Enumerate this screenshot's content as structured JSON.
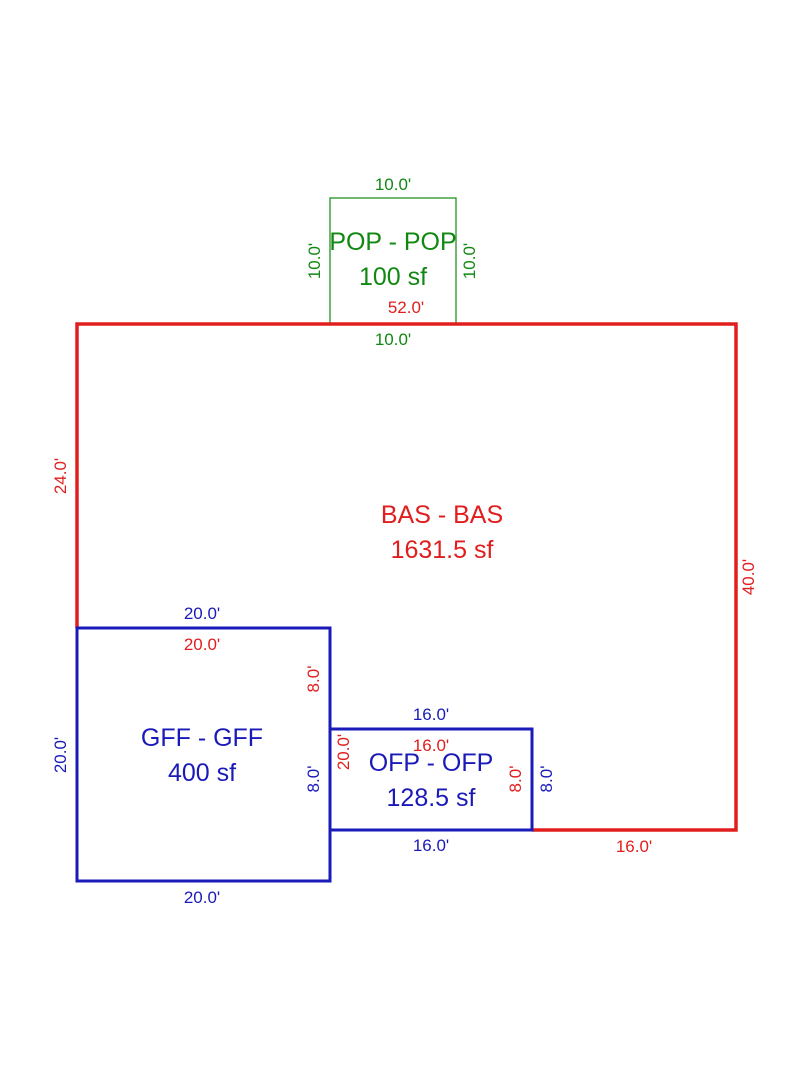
{
  "colors": {
    "BAS": "#e01e1e",
    "GFF": "#1a1ab8",
    "OFP": "#1a1ab8",
    "POP": "#118811"
  },
  "areas": {
    "BAS": {
      "label": "BAS - BAS",
      "area": "1631.5 sf"
    },
    "GFF": {
      "label": "GFF - GFF",
      "area": "400 sf"
    },
    "OFP": {
      "label": "OFP - OFP",
      "area": "128.5 sf"
    },
    "POP": {
      "label": "POP - POP",
      "area": "100 sf"
    }
  },
  "dimensions": {
    "POP": {
      "top": "10.0'",
      "left": "10.0'",
      "right": "10.0'",
      "bottom": "10.0'"
    },
    "BAS": {
      "top": "52.0'",
      "left": "24.0'",
      "right": "40.0'",
      "gff_top": "20.0'",
      "gff_right": "8.0'",
      "ofp_top": "16.0'",
      "ofp_left": "20.0'",
      "ofp_right": "8.0'",
      "bottom": "16.0'"
    },
    "GFF": {
      "top": "20.0'",
      "left": "20.0'",
      "right": "8.0'",
      "bottom": "20.0'"
    },
    "OFP": {
      "top": "16.0'",
      "right": "8.0'",
      "bottom": "16.0'"
    }
  }
}
